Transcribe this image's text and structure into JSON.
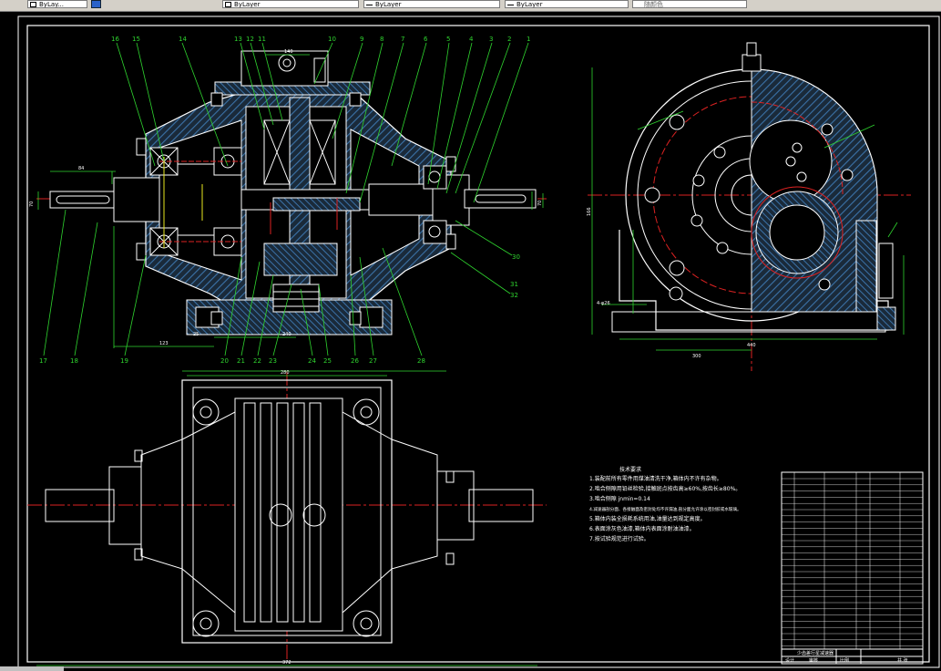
{
  "toolbar": {
    "fields": [
      {
        "label": "ByLay..."
      },
      {
        "label": "ByLayer"
      },
      {
        "label": "ByLayer"
      },
      {
        "label": "ByLayer"
      },
      {
        "label": "随颜色"
      }
    ]
  },
  "drawing": {
    "balloons_top": [
      "16",
      "15",
      "14",
      "13",
      "12",
      "11",
      "10",
      "9",
      "8",
      "7",
      "6",
      "5",
      "4",
      "3",
      "2",
      "1"
    ],
    "balloons_bottom": [
      "17",
      "18",
      "19",
      "20",
      "21",
      "22",
      "23",
      "24",
      "25",
      "26",
      "27",
      "28"
    ],
    "balloons_right": [
      "30",
      "31",
      "32"
    ],
    "dims_front": {
      "top": "140",
      "left_shaft": "84",
      "left_h": "70",
      "right_h": "70",
      "bottom_a": "123",
      "bottom_b": "25",
      "bottom_c": "240"
    },
    "dims_side": {
      "height": "166",
      "total": "440",
      "width": "300",
      "left_h": "4-φ26"
    },
    "dims_plan": {
      "top": "280",
      "bottom": "372"
    },
    "tech_title": "技术要求",
    "tech_notes": [
      "1.装配前所有零件用煤油清洗干净,箱体内不许有杂物。",
      "2.啮合侧隙用铅丝检验,接触斑点按齿高≥60%,按齿长≥80%。",
      "3.啮合侧隙 jnmin=0.14",
      "4.减速器剖分面、各接触面及密封处均不许漏油,剖分面允许涂以密封胶或水玻璃。",
      "5.箱体内装全损耗系统用油,油量达到规定高度。",
      "6.表面涂灰色油漆,箱体内表面涂耐油油漆。",
      "7.按试验规范进行试验。"
    ],
    "title_block": {
      "name": "少齿差行星减速器",
      "label_design": "设计",
      "label_check": "审核",
      "label_ratio": "比例",
      "label_sheet": "共 张"
    }
  }
}
